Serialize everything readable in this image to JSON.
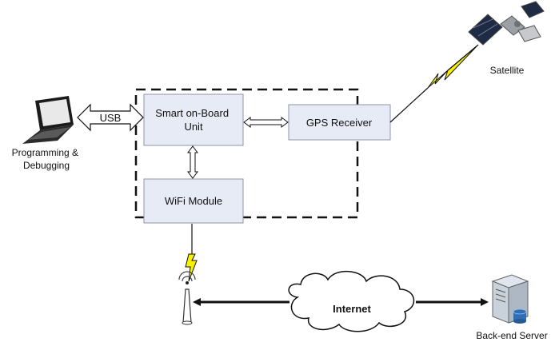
{
  "colors": {
    "box_fill": "#e6ebf5",
    "box_stroke": "#8e96a6",
    "line": "#111111",
    "lightning": "#f7f000",
    "dashed": "#111111"
  },
  "blocks": {
    "smart_unit": "Smart on-Board\nUnit",
    "gps_receiver": "GPS Receiver",
    "wifi_module": "WiFi Module"
  },
  "links": {
    "usb": "USB"
  },
  "external": {
    "programming": "Programming &\nDebugging",
    "satellite": "Satellite",
    "internet": "Internet",
    "backend_server": "Back-end Server"
  },
  "icons": {
    "laptop": "laptop-icon",
    "satellite": "satellite-icon",
    "antenna": "wifi-antenna-icon",
    "server": "server-icon",
    "cloud": "cloud-icon"
  }
}
